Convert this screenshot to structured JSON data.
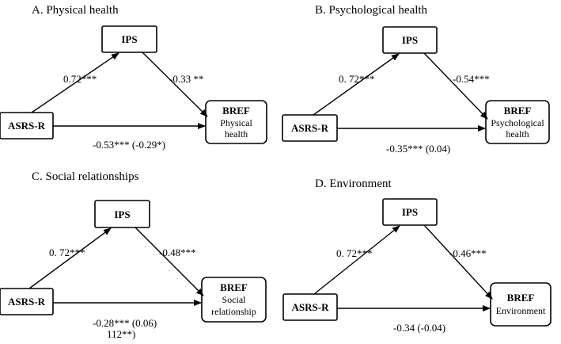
{
  "panels": {
    "a": {
      "title": "A. Physical health",
      "predictor": "ASRS-R",
      "mediator": "IPS",
      "outcome_title": "BREF",
      "outcome_line1": "Physical",
      "outcome_line2": "health",
      "coef_a": "0.72***",
      "coef_b": "-0.33 **",
      "coef_c": "-0.53*** (-0.29*)"
    },
    "b": {
      "title": "B. Psychological health",
      "predictor": "ASRS-R",
      "mediator": "IPS",
      "outcome_title": "BREF",
      "outcome_line1": "Psychological",
      "outcome_line2": "health",
      "coef_a": "0. 72***",
      "coef_b": "-0.54***",
      "coef_c": "-0.35*** (0.04)"
    },
    "c": {
      "title": "C. Social relationships",
      "predictor": "ASRS-R",
      "mediator": "IPS",
      "outcome_title": "BREF",
      "outcome_line1": "Social",
      "outcome_line2": "relationship",
      "coef_a": "0. 72***",
      "coef_b": "-0.48***",
      "coef_c": "-0.28*** (0.06)",
      "coef_c_extra": "112**)"
    },
    "d": {
      "title": "D. Environment",
      "predictor": "ASRS-R",
      "mediator": "IPS",
      "outcome_title": "BREF",
      "outcome_line1": "Environment",
      "coef_a": "0. 72***",
      "coef_b": "-0.46***",
      "coef_c": "-0.34 (-0.04)"
    }
  }
}
